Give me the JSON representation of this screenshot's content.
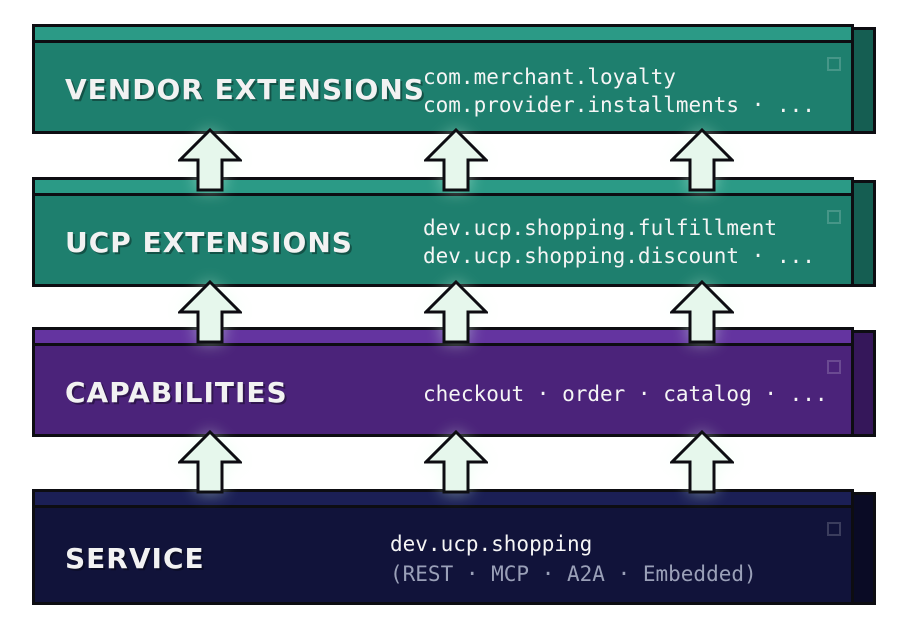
{
  "layers": [
    {
      "title": "VENDOR EXTENSIONS",
      "lines": [
        "com.merchant.loyalty",
        "com.provider.installments · ..."
      ],
      "color": "#1e7f6e"
    },
    {
      "title": "UCP EXTENSIONS",
      "lines": [
        "dev.ucp.shopping.fulfillment",
        "dev.ucp.shopping.discount · ..."
      ],
      "color": "#1e7f6e"
    },
    {
      "title": "CAPABILITIES",
      "lines": [
        "checkout · order · catalog · ..."
      ],
      "color": "#4b237a"
    },
    {
      "title": "SERVICE",
      "lines": [
        "dev.ucp.shopping",
        "(REST · MCP · A2A · Embedded)"
      ],
      "color": "#11133a"
    }
  ],
  "arrow_color": "#e6f7ec",
  "arrow_icon": "up-arrow-icon"
}
